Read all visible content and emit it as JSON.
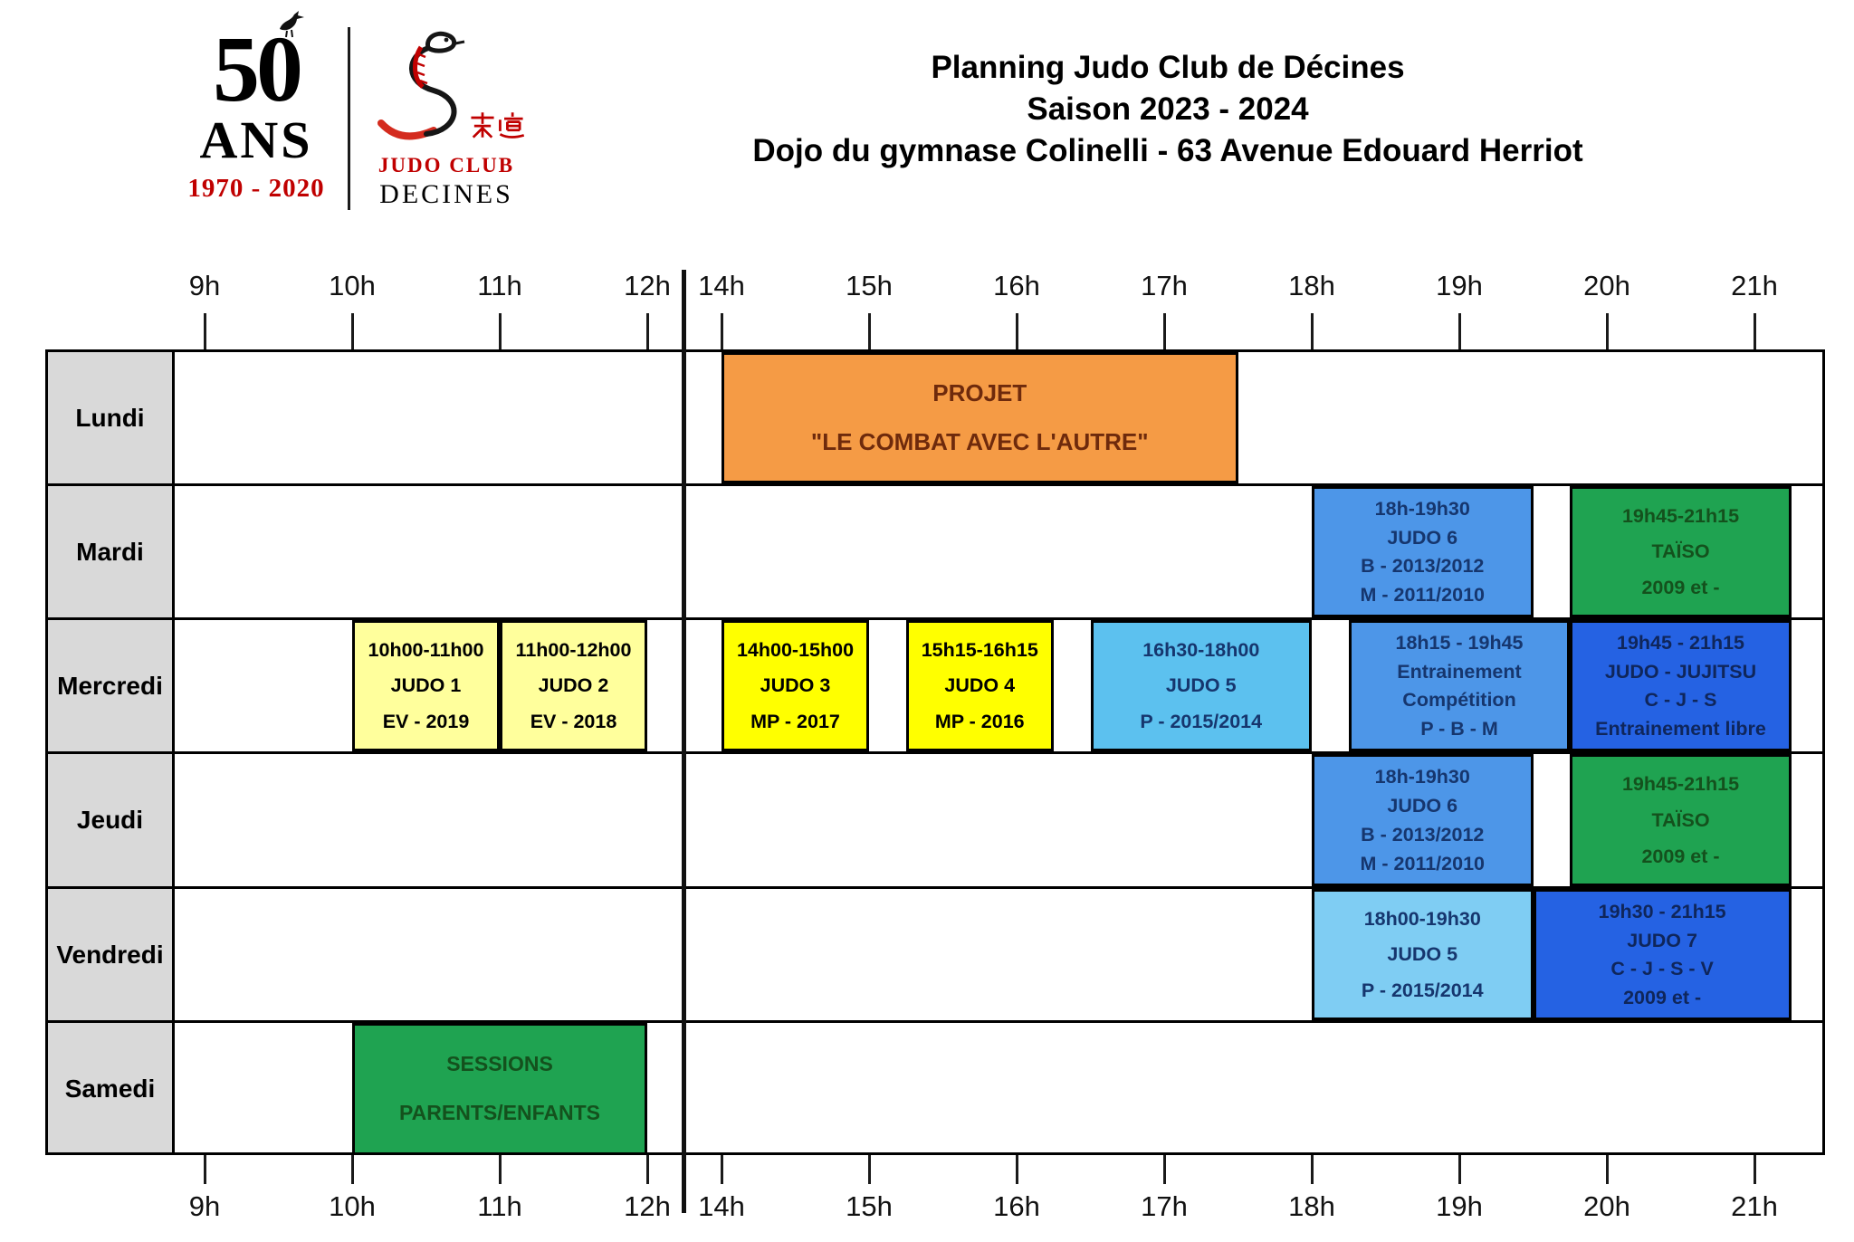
{
  "logo": {
    "anniversary_number": "50",
    "anniversary_label": "ANS",
    "anniversary_years": "1970 - 2020",
    "club_kanji": "柔道",
    "club_name_line1": "JUDO CLUB",
    "club_name_line2": "DECINES"
  },
  "header": {
    "title_line1": "Planning Judo Club de Décines",
    "title_line2": "Saison 2023 - 2024",
    "title_line3": "Dojo du gymnase Colinelli - 63 Avenue Edouard Herriot"
  },
  "timeline": {
    "hours": [
      {
        "t": 9,
        "label": "9h"
      },
      {
        "t": 10,
        "label": "10h"
      },
      {
        "t": 11,
        "label": "11h"
      },
      {
        "t": 12,
        "label": "12h"
      },
      {
        "t": 14,
        "label": "14h"
      },
      {
        "t": 15,
        "label": "15h"
      },
      {
        "t": 16,
        "label": "16h"
      },
      {
        "t": 17,
        "label": "17h"
      },
      {
        "t": 18,
        "label": "18h"
      },
      {
        "t": 19,
        "label": "19h"
      },
      {
        "t": 20,
        "label": "20h"
      },
      {
        "t": 21,
        "label": "21h"
      }
    ]
  },
  "colors": {
    "border": "#000000",
    "day_cell_fill": "#D9D9D9",
    "logo_red": "#C00000",
    "orange": "#F59B45",
    "orange_text": "#6E2A0C",
    "blue_medium": "#4D96E8",
    "blue_sky": "#5CC1EF",
    "blue_pale": "#7FCDF3",
    "blue_royal": "#2562E3",
    "blue_text": "#16366E",
    "royal_text": "#0F265B",
    "green": "#1FA351",
    "green_text": "#14511D",
    "yellow": "#FFFF00",
    "yellow_pale": "#FFFF9C",
    "yellow_text": "#000000"
  },
  "schedule": {
    "days": [
      {
        "label": "Lundi",
        "events": [
          {
            "start": 14,
            "end": 17.5,
            "bg": "orange",
            "fg": "orange_text",
            "size": 26,
            "lines": [
              "PROJET",
              "\"LE COMBAT AVEC L'AUTRE\""
            ]
          }
        ]
      },
      {
        "label": "Mardi",
        "events": [
          {
            "start": 18,
            "end": 19.5,
            "bg": "blue_medium",
            "fg": "blue_text",
            "lines": [
              "18h-19h30",
              "JUDO 6",
              "B - 2013/2012",
              "M - 2011/2010"
            ]
          },
          {
            "start": 19.75,
            "end": 21.25,
            "bg": "green",
            "fg": "green_text",
            "lines": [
              "19h45-21h15",
              "TAÏSO",
              "2009 et -"
            ]
          }
        ]
      },
      {
        "label": "Mercredi",
        "events": [
          {
            "start": 10,
            "end": 11,
            "bg": "yellow_pale",
            "fg": "yellow_text",
            "lines": [
              "10h00-11h00",
              "JUDO 1",
              "EV - 2019"
            ]
          },
          {
            "start": 11,
            "end": 12,
            "bg": "yellow_pale",
            "fg": "yellow_text",
            "lines": [
              "11h00-12h00",
              "JUDO 2",
              "EV - 2018"
            ]
          },
          {
            "start": 14,
            "end": 15,
            "bg": "yellow",
            "fg": "yellow_text",
            "lines": [
              "14h00-15h00",
              "JUDO 3",
              "MP - 2017"
            ]
          },
          {
            "start": 15.25,
            "end": 16.25,
            "bg": "yellow",
            "fg": "yellow_text",
            "lines": [
              "15h15-16h15",
              "JUDO 4",
              "MP - 2016"
            ]
          },
          {
            "start": 16.5,
            "end": 18,
            "bg": "blue_sky",
            "fg": "blue_text",
            "lines": [
              "16h30-18h00",
              "JUDO 5",
              "P - 2015/2014"
            ]
          },
          {
            "start": 18.25,
            "end": 19.75,
            "bg": "blue_medium",
            "fg": "blue_text",
            "lines": [
              "18h15 - 19h45",
              "Entrainement",
              "Compétition",
              "P - B - M"
            ]
          },
          {
            "start": 19.75,
            "end": 21.25,
            "bg": "blue_royal",
            "fg": "royal_text",
            "lines": [
              "19h45 - 21h15",
              "JUDO - JUJITSU",
              "C - J - S",
              "Entrainement libre"
            ]
          }
        ]
      },
      {
        "label": "Jeudi",
        "events": [
          {
            "start": 18,
            "end": 19.5,
            "bg": "blue_medium",
            "fg": "blue_text",
            "lines": [
              "18h-19h30",
              "JUDO 6",
              "B - 2013/2012",
              "M - 2011/2010"
            ]
          },
          {
            "start": 19.75,
            "end": 21.25,
            "bg": "green",
            "fg": "green_text",
            "lines": [
              "19h45-21h15",
              "TAÏSO",
              "2009 et -"
            ]
          }
        ]
      },
      {
        "label": "Vendredi",
        "events": [
          {
            "start": 18,
            "end": 19.5,
            "bg": "blue_pale",
            "fg": "blue_text",
            "lines": [
              "18h00-19h30",
              "JUDO 5",
              "P - 2015/2014"
            ]
          },
          {
            "start": 19.5,
            "end": 21.25,
            "bg": "blue_royal",
            "fg": "royal_text",
            "lines": [
              "19h30 - 21h15",
              "JUDO 7",
              "C - J - S - V",
              "2009 et -"
            ]
          }
        ]
      },
      {
        "label": "Samedi",
        "events": [
          {
            "start": 10,
            "end": 12,
            "bg": "green",
            "fg": "green_text",
            "size": 23,
            "lines": [
              "SESSIONS",
              "PARENTS/ENFANTS"
            ]
          }
        ]
      }
    ]
  }
}
